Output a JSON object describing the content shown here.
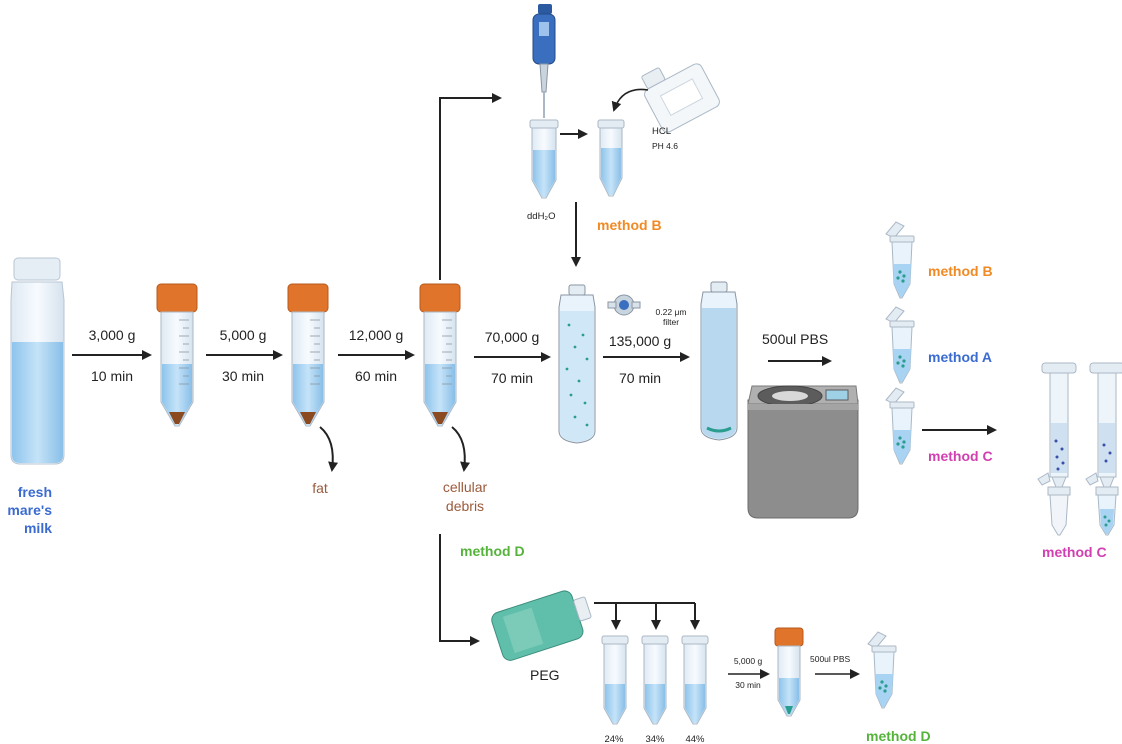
{
  "source": {
    "line1": "fresh",
    "line2": "mare's",
    "line3": "milk"
  },
  "steps": [
    {
      "force": "3,000 g",
      "time": "10 min"
    },
    {
      "force": "5,000 g",
      "time": "30 min"
    },
    {
      "force": "12,000 g",
      "time": "60 min"
    },
    {
      "force": "70,000 g",
      "time": "70 min"
    },
    {
      "force": "135,000 g",
      "time": "70 min"
    }
  ],
  "byproducts": {
    "fat": "fat",
    "debris_line1": "cellular",
    "debris_line2": "debris"
  },
  "method_b_branch": {
    "water_label": "ddH₂O",
    "acid_line1": "HCL",
    "acid_line2": "PH 4.6",
    "method_label": "method B"
  },
  "filter": {
    "line1": "0.22 μm",
    "line2": "filter"
  },
  "resuspension": "500ul PBS",
  "results": [
    {
      "label": "method B",
      "color": "#f08a24"
    },
    {
      "label": "method A",
      "color": "#3a6bd1"
    },
    {
      "label": "method C",
      "color": "#d13fb0"
    }
  ],
  "method_c_final": "method C",
  "method_d_branch": {
    "method_label": "method D",
    "reagent": "PEG",
    "percentages": [
      "24%",
      "34%",
      "44%"
    ],
    "spin_force": "5,000 g",
    "spin_time": "30 min",
    "resuspension": "500ul PBS",
    "final_label": "method D"
  },
  "colors": {
    "cap": "#e0742a",
    "liquid": "#a9d3f2",
    "teal": "#2a9d8f",
    "bottle_teal": "#5fbfaa",
    "centrifuge": "#8b8b8b"
  }
}
